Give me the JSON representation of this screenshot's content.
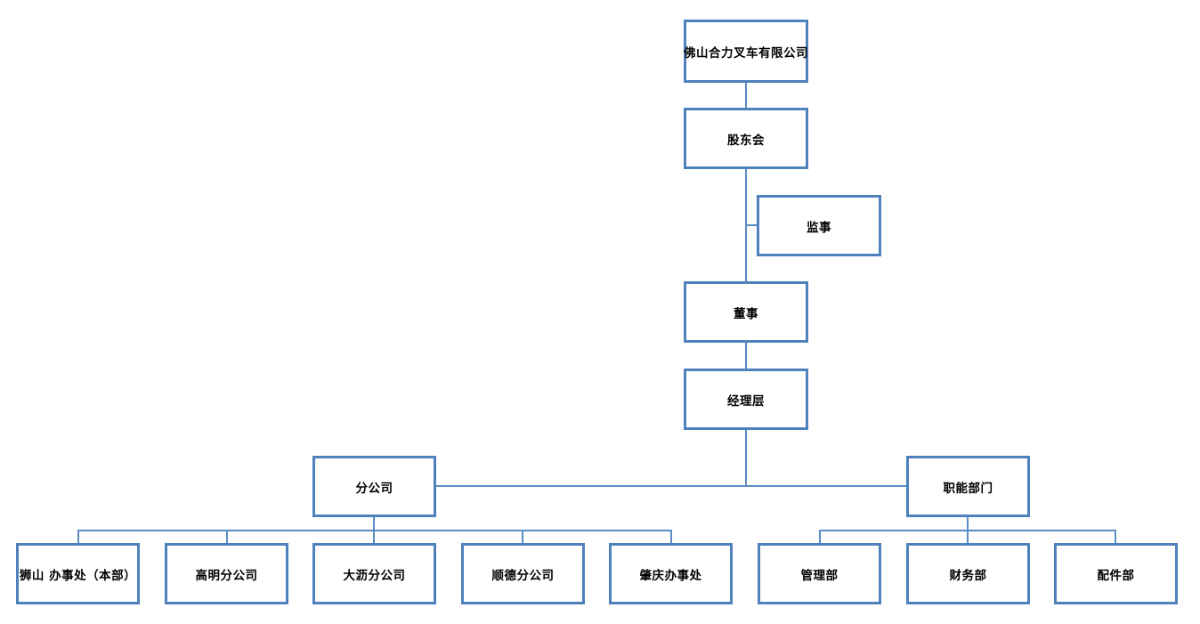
{
  "theme": {
    "background": "#ffffff",
    "box_border_color": "#4f81bd",
    "line_color": "#5b8cc4",
    "text_color": "#000000"
  },
  "diagram": {
    "type": "org-chart",
    "nodes": {
      "company": {
        "label": "佛山合力叉车有限公司",
        "children": [
          "shareholders"
        ]
      },
      "shareholders": {
        "label": "股东会",
        "children": [
          "supervisor",
          "director"
        ]
      },
      "supervisor": {
        "label": "监事",
        "children": []
      },
      "director": {
        "label": "董事",
        "children": [
          "management"
        ]
      },
      "management": {
        "label": "经理层",
        "children": [
          "branch",
          "functional"
        ]
      },
      "branch": {
        "label": "分公司",
        "children": [
          "shishan",
          "gaoming",
          "dali",
          "shunde",
          "zhaoqing"
        ]
      },
      "functional": {
        "label": "职能部门",
        "children": [
          "guanli",
          "caiwu",
          "peijian"
        ]
      },
      "shishan": {
        "label": "狮山 办事处（本部）",
        "children": []
      },
      "gaoming": {
        "label": "高明分公司",
        "children": []
      },
      "dali": {
        "label": "大沥分公司",
        "children": []
      },
      "shunde": {
        "label": "顺德分公司",
        "children": []
      },
      "zhaoqing": {
        "label": "肇庆办事处",
        "children": []
      },
      "guanli": {
        "label": "管理部",
        "children": []
      },
      "caiwu": {
        "label": "财务部",
        "children": []
      },
      "peijian": {
        "label": "配件部",
        "children": []
      }
    }
  }
}
